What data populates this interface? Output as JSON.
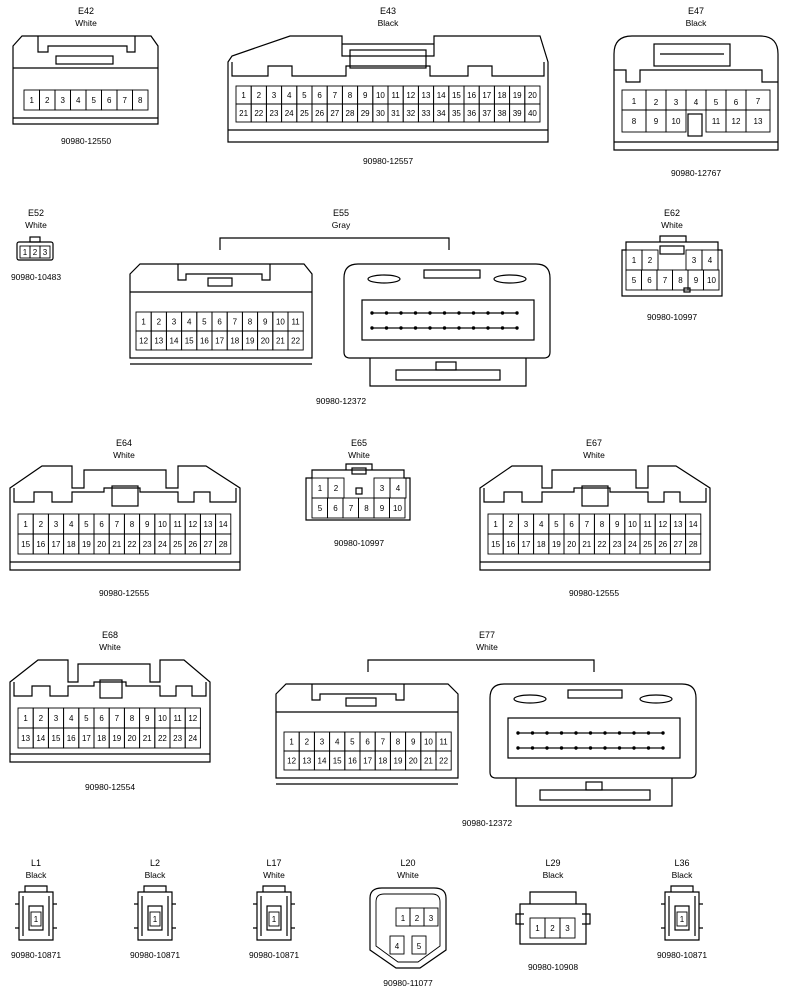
{
  "connectors": [
    {
      "id": "E42",
      "color": "White",
      "part": "90980-12550",
      "top": [
        "1",
        "2",
        "3",
        "4",
        "5",
        "6",
        "7",
        "8"
      ],
      "bottom": []
    },
    {
      "id": "E43",
      "color": "Black",
      "part": "90980-12557",
      "top": [
        "1",
        "2",
        "3",
        "4",
        "5",
        "6",
        "7",
        "8",
        "9",
        "10",
        "11",
        "12",
        "13",
        "14",
        "15",
        "16",
        "17",
        "18",
        "19",
        "20"
      ],
      "bottom": [
        "21",
        "22",
        "23",
        "24",
        "25",
        "26",
        "27",
        "28",
        "29",
        "30",
        "31",
        "32",
        "33",
        "34",
        "35",
        "36",
        "37",
        "38",
        "39",
        "40"
      ]
    },
    {
      "id": "E47",
      "color": "Black",
      "part": "90980-12767",
      "top": [
        "1",
        "2",
        "3",
        "4",
        "5",
        "6",
        "7"
      ],
      "bottom": [
        "8",
        "9",
        "10",
        "11",
        "12",
        "13"
      ]
    },
    {
      "id": "E52",
      "color": "White",
      "part": "90980-10483",
      "top": [
        "1",
        "2",
        "3"
      ],
      "bottom": []
    },
    {
      "id": "E55",
      "color": "Gray",
      "part": "90980-12372",
      "top": [
        "1",
        "2",
        "3",
        "4",
        "5",
        "6",
        "7",
        "8",
        "9",
        "10",
        "11"
      ],
      "bottom": [
        "12",
        "13",
        "14",
        "15",
        "16",
        "17",
        "18",
        "19",
        "20",
        "21",
        "22"
      ]
    },
    {
      "id": "E62",
      "color": "White",
      "part": "90980-10997",
      "top": [
        "1",
        "2",
        "3",
        "4"
      ],
      "bottom": [
        "5",
        "6",
        "7",
        "8",
        "9",
        "10"
      ]
    },
    {
      "id": "E64",
      "color": "White",
      "part": "90980-12555",
      "top": [
        "1",
        "2",
        "3",
        "4",
        "5",
        "6",
        "7",
        "8",
        "9",
        "10",
        "11",
        "12",
        "13",
        "14"
      ],
      "bottom": [
        "15",
        "16",
        "17",
        "18",
        "19",
        "20",
        "21",
        "22",
        "23",
        "24",
        "25",
        "26",
        "27",
        "28"
      ]
    },
    {
      "id": "E65",
      "color": "White",
      "part": "90980-10997",
      "top": [
        "1",
        "2",
        "3",
        "4"
      ],
      "bottom": [
        "5",
        "6",
        "7",
        "8",
        "9",
        "10"
      ]
    },
    {
      "id": "E67",
      "color": "White",
      "part": "90980-12555",
      "top": [
        "1",
        "2",
        "3",
        "4",
        "5",
        "6",
        "7",
        "8",
        "9",
        "10",
        "11",
        "12",
        "13",
        "14"
      ],
      "bottom": [
        "15",
        "16",
        "17",
        "18",
        "19",
        "20",
        "21",
        "22",
        "23",
        "24",
        "25",
        "26",
        "27",
        "28"
      ]
    },
    {
      "id": "E68",
      "color": "White",
      "part": "90980-12554",
      "top": [
        "1",
        "2",
        "3",
        "4",
        "5",
        "6",
        "7",
        "8",
        "9",
        "10",
        "11",
        "12"
      ],
      "bottom": [
        "13",
        "14",
        "15",
        "16",
        "17",
        "18",
        "19",
        "20",
        "21",
        "22",
        "23",
        "24"
      ]
    },
    {
      "id": "E77",
      "color": "White",
      "part": "90980-12372",
      "top": [
        "1",
        "2",
        "3",
        "4",
        "5",
        "6",
        "7",
        "8",
        "9",
        "10",
        "11"
      ],
      "bottom": [
        "12",
        "13",
        "14",
        "15",
        "16",
        "17",
        "18",
        "19",
        "20",
        "21",
        "22"
      ]
    },
    {
      "id": "L1",
      "color": "Black",
      "part": "90980-10871",
      "top": [
        "1"
      ],
      "bottom": []
    },
    {
      "id": "L2",
      "color": "Black",
      "part": "90980-10871",
      "top": [
        "1"
      ],
      "bottom": []
    },
    {
      "id": "L17",
      "color": "White",
      "part": "90980-10871",
      "top": [
        "1"
      ],
      "bottom": []
    },
    {
      "id": "L20",
      "color": "White",
      "part": "90980-11077",
      "top": [
        "1",
        "2",
        "3"
      ],
      "bottom": [
        "4",
        "5"
      ]
    },
    {
      "id": "L29",
      "color": "Black",
      "part": "90980-10908",
      "top": [
        "1",
        "2",
        "3"
      ],
      "bottom": []
    },
    {
      "id": "L36",
      "color": "Black",
      "part": "90980-10871",
      "top": [
        "1"
      ],
      "bottom": []
    }
  ]
}
